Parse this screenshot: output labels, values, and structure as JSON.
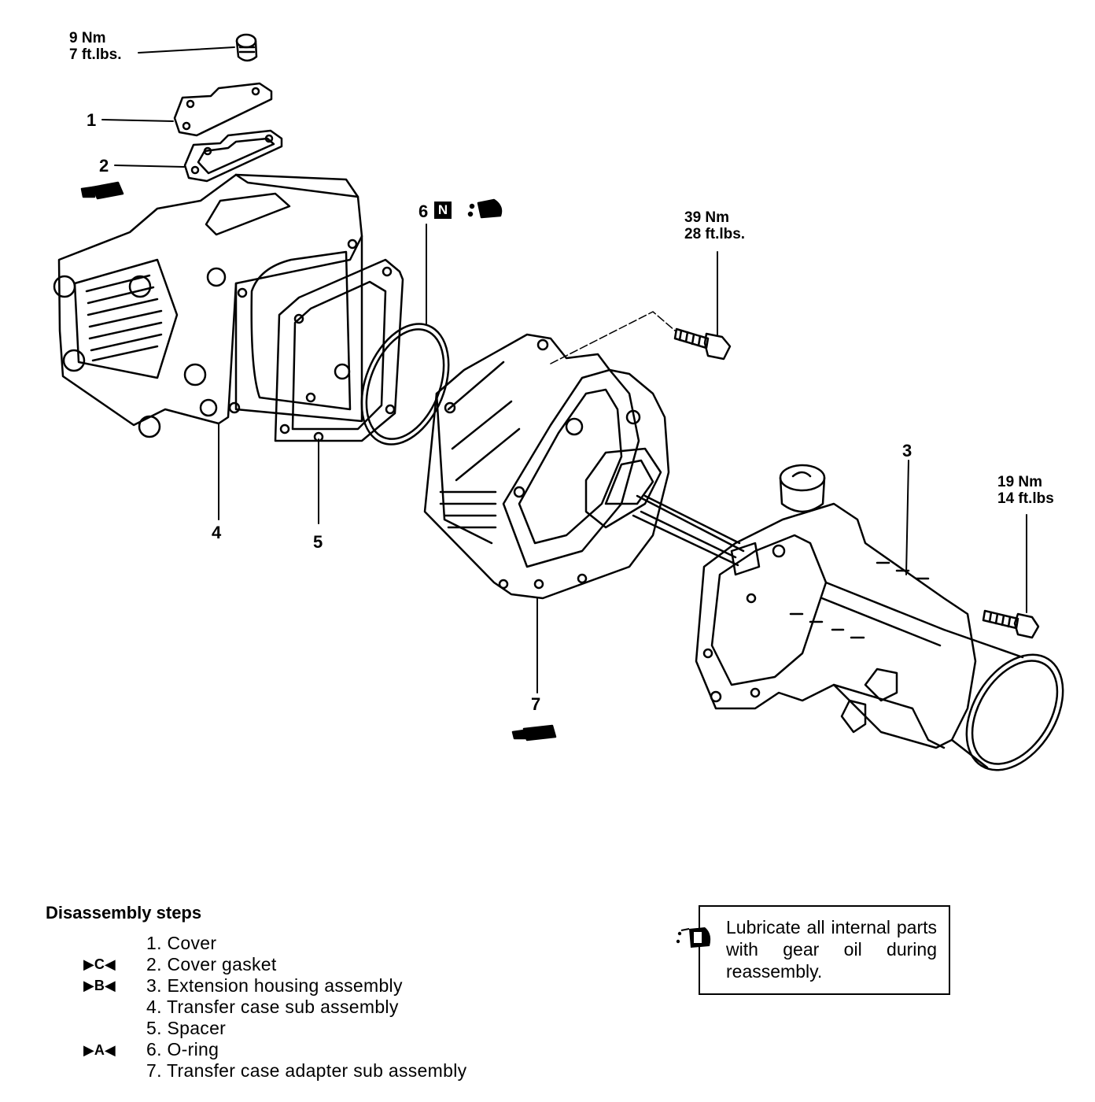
{
  "torque_specs": {
    "cover_plug": {
      "nm": "9 Nm",
      "ftlbs": "7 ft.lbs."
    },
    "adapter_bolt": {
      "nm": "39 Nm",
      "ftlbs": "28 ft.lbs."
    },
    "extension_bolt": {
      "nm": "19 Nm",
      "ftlbs": "14 ft.lbs"
    }
  },
  "callouts": {
    "c1": "1",
    "c2": "2",
    "c3": "3",
    "c4": "4",
    "c5": "5",
    "c6": "6",
    "c6_badge": "N",
    "c7": "7"
  },
  "steps_title": "Disassembly steps",
  "steps": [
    {
      "label": "1. Cover",
      "mark": ""
    },
    {
      "label": "2. Cover gasket",
      "mark": "▶C◀"
    },
    {
      "label": "3. Extension housing assembly",
      "mark": "▶B◀"
    },
    {
      "label": "4. Transfer case sub assembly",
      "mark": ""
    },
    {
      "label": "5. Spacer",
      "mark": ""
    },
    {
      "label": "6. O-ring",
      "mark": "▶A◀"
    },
    {
      "label": "7. Transfer case adapter sub assembly",
      "mark": ""
    }
  ],
  "note": {
    "text": "Lubricate all internal parts with gear oil during reassembly.",
    "icon": "oil-can-icon"
  }
}
